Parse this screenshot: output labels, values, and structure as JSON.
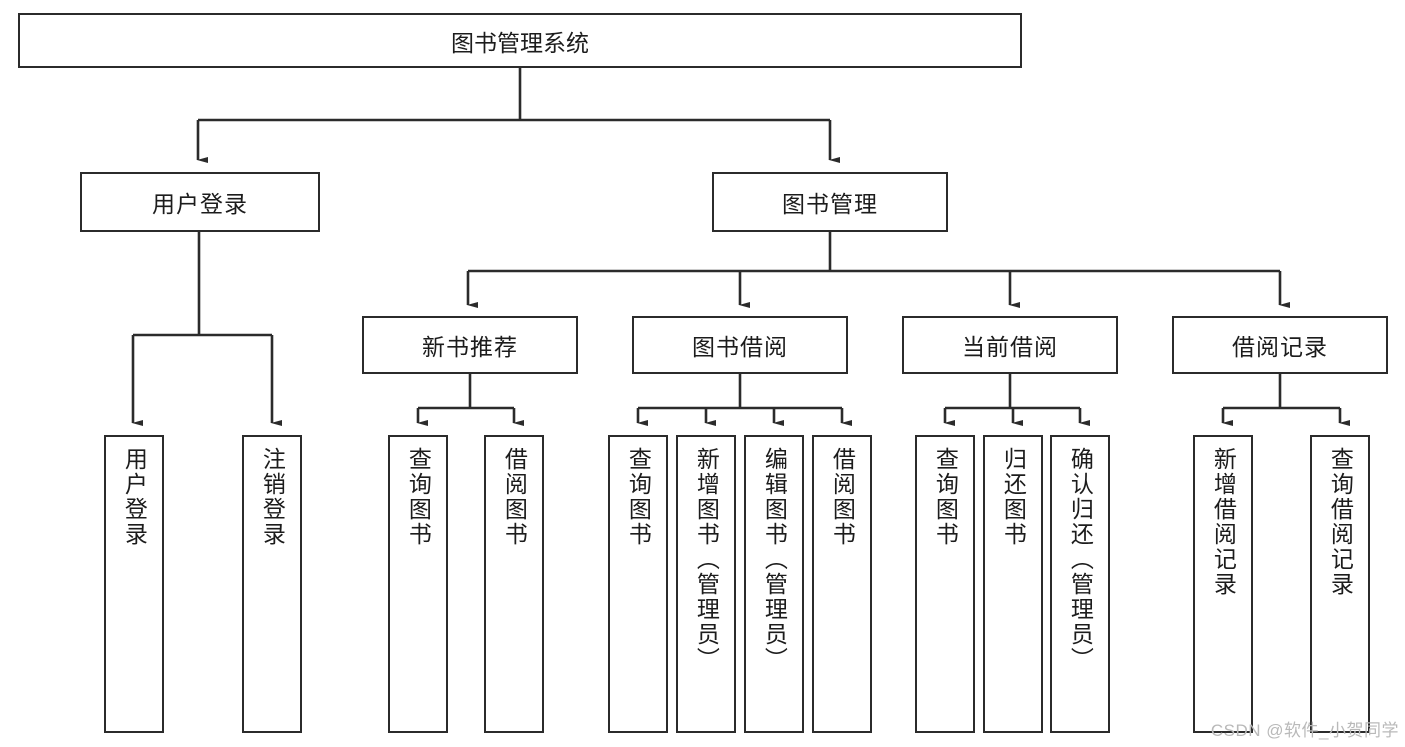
{
  "diagram": {
    "title": "图书管理系统",
    "type": "functional-structure-tree",
    "root": {
      "label": "图书管理系统"
    },
    "level2": [
      {
        "label": "用户登录"
      },
      {
        "label": "图书管理"
      }
    ],
    "level3": [
      {
        "label": "新书推荐"
      },
      {
        "label": "图书借阅"
      },
      {
        "label": "当前借阅"
      },
      {
        "label": "借阅记录"
      }
    ],
    "leaves": {
      "user_login": [
        {
          "label": "用户登录"
        },
        {
          "label": "注销登录"
        }
      ],
      "new_book_recommend": [
        {
          "label": "查询图书"
        },
        {
          "label": "借阅图书"
        }
      ],
      "book_borrow": [
        {
          "label": "查询图书"
        },
        {
          "label": "新增图书（管理员）"
        },
        {
          "label": "编辑图书（管理员）"
        },
        {
          "label": "借阅图书"
        }
      ],
      "current_borrow": [
        {
          "label": "查询图书"
        },
        {
          "label": "归还图书"
        },
        {
          "label": "确认归还（管理员）"
        }
      ],
      "borrow_record": [
        {
          "label": "新增借阅记录"
        },
        {
          "label": "查询借阅记录"
        }
      ]
    }
  },
  "watermark": {
    "text": "CSDN @软件_小贺同学"
  },
  "colors": {
    "border": "#2b2b2b",
    "background": "#ffffff",
    "text": "#1c1c1c",
    "watermark": "#b9b9b9"
  }
}
